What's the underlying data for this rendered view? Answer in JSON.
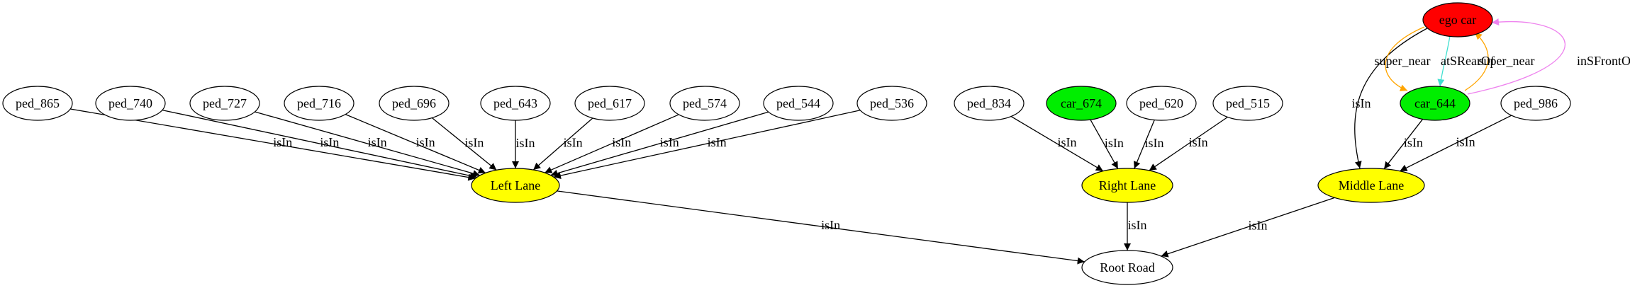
{
  "nodes": [
    {
      "id": "ego_car",
      "label": "ego car",
      "fill": "#ff0000"
    },
    {
      "id": "ped_865",
      "label": "ped_865",
      "fill": "#ffffff"
    },
    {
      "id": "ped_740",
      "label": "ped_740",
      "fill": "#ffffff"
    },
    {
      "id": "ped_727",
      "label": "ped_727",
      "fill": "#ffffff"
    },
    {
      "id": "ped_716",
      "label": "ped_716",
      "fill": "#ffffff"
    },
    {
      "id": "ped_696",
      "label": "ped_696",
      "fill": "#ffffff"
    },
    {
      "id": "ped_643",
      "label": "ped_643",
      "fill": "#ffffff"
    },
    {
      "id": "ped_617",
      "label": "ped_617",
      "fill": "#ffffff"
    },
    {
      "id": "ped_574",
      "label": "ped_574",
      "fill": "#ffffff"
    },
    {
      "id": "ped_544",
      "label": "ped_544",
      "fill": "#ffffff"
    },
    {
      "id": "ped_536",
      "label": "ped_536",
      "fill": "#ffffff"
    },
    {
      "id": "ped_834",
      "label": "ped_834",
      "fill": "#ffffff"
    },
    {
      "id": "car_674",
      "label": "car_674",
      "fill": "#00ee00"
    },
    {
      "id": "ped_620",
      "label": "ped_620",
      "fill": "#ffffff"
    },
    {
      "id": "ped_515",
      "label": "ped_515",
      "fill": "#ffffff"
    },
    {
      "id": "car_644",
      "label": "car_644",
      "fill": "#00ee00"
    },
    {
      "id": "ped_986",
      "label": "ped_986",
      "fill": "#ffffff"
    },
    {
      "id": "left_lane",
      "label": "Left Lane",
      "fill": "#ffff00"
    },
    {
      "id": "right_lane",
      "label": "Right Lane",
      "fill": "#ffff00"
    },
    {
      "id": "middle_lane",
      "label": "Middle Lane",
      "fill": "#ffff00"
    },
    {
      "id": "root_road",
      "label": "Root Road",
      "fill": "#ffffff"
    }
  ],
  "edges": [
    {
      "from": "ped_865",
      "to": "left_lane",
      "label": "isIn",
      "color": "#000000"
    },
    {
      "from": "ped_740",
      "to": "left_lane",
      "label": "isIn",
      "color": "#000000"
    },
    {
      "from": "ped_727",
      "to": "left_lane",
      "label": "isIn",
      "color": "#000000"
    },
    {
      "from": "ped_716",
      "to": "left_lane",
      "label": "isIn",
      "color": "#000000"
    },
    {
      "from": "ped_696",
      "to": "left_lane",
      "label": "isIn",
      "color": "#000000"
    },
    {
      "from": "ped_643",
      "to": "left_lane",
      "label": "isIn",
      "color": "#000000"
    },
    {
      "from": "ped_617",
      "to": "left_lane",
      "label": "isIn",
      "color": "#000000"
    },
    {
      "from": "ped_574",
      "to": "left_lane",
      "label": "isIn",
      "color": "#000000"
    },
    {
      "from": "ped_544",
      "to": "left_lane",
      "label": "isIn",
      "color": "#000000"
    },
    {
      "from": "ped_536",
      "to": "left_lane",
      "label": "isIn",
      "color": "#000000"
    },
    {
      "from": "ped_834",
      "to": "right_lane",
      "label": "isIn",
      "color": "#000000"
    },
    {
      "from": "car_674",
      "to": "right_lane",
      "label": "isIn",
      "color": "#000000"
    },
    {
      "from": "ped_620",
      "to": "right_lane",
      "label": "isIn",
      "color": "#000000"
    },
    {
      "from": "ped_515",
      "to": "right_lane",
      "label": "isIn",
      "color": "#000000"
    },
    {
      "from": "car_644",
      "to": "middle_lane",
      "label": "isIn",
      "color": "#000000"
    },
    {
      "from": "ped_986",
      "to": "middle_lane",
      "label": "isIn",
      "color": "#000000"
    },
    {
      "from": "ego_car",
      "to": "middle_lane",
      "label": "isIn",
      "color": "#000000"
    },
    {
      "from": "left_lane",
      "to": "root_road",
      "label": "isIn",
      "color": "#000000"
    },
    {
      "from": "right_lane",
      "to": "root_road",
      "label": "isIn",
      "color": "#000000"
    },
    {
      "from": "middle_lane",
      "to": "root_road",
      "label": "isIn",
      "color": "#000000"
    },
    {
      "from": "ego_car",
      "to": "car_644",
      "label": "super_near",
      "color": "#ffa500"
    },
    {
      "from": "car_644",
      "to": "ego_car",
      "label": "super_near",
      "color": "#ffa500"
    },
    {
      "from": "ego_car",
      "to": "car_644",
      "label": "atSRearOf",
      "color": "#40e0d0"
    },
    {
      "from": "car_644",
      "to": "ego_car",
      "label": "inSFrontOf",
      "color": "#ee82ee"
    }
  ]
}
